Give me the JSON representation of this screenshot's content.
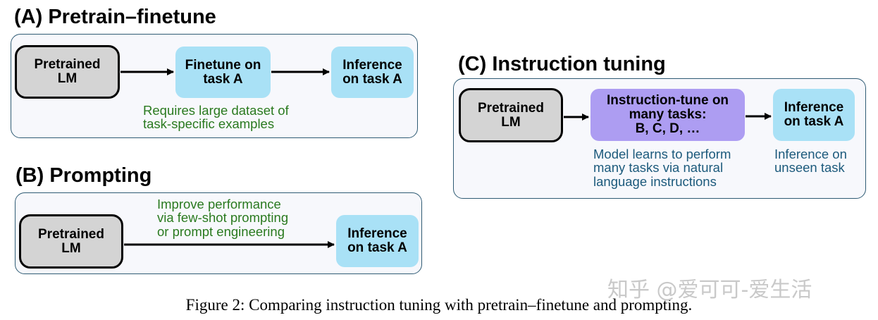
{
  "colors": {
    "panel_border": "#2f5b74",
    "panel_fill": "#f7f8fc",
    "pretrained_fill": "#d4d4d4",
    "task_fill": "#a9e1f6",
    "instruction_fill": "#ad9df2",
    "note_green": "#2a7a1f",
    "note_teal": "#1c5a7c"
  },
  "section_a": {
    "title": "(A) Pretrain–finetune",
    "pretrained": "Pretrained\nLM",
    "finetune": "Finetune on\ntask A",
    "inference": "Inference\non task A",
    "note": "Requires large dataset of\ntask-specific examples"
  },
  "section_b": {
    "title": "(B) Prompting",
    "pretrained": "Pretrained\nLM",
    "inference": "Inference\non task A",
    "note": "Improve performance\nvia few-shot prompting\nor prompt engineering"
  },
  "section_c": {
    "title": "(C) Instruction tuning",
    "pretrained": "Pretrained\nLM",
    "instruction": "Instruction-tune on\nmany tasks:\nB, C, D, …",
    "inference": "Inference\non task A",
    "note_left": "Model learns to perform\nmany tasks via natural\nlanguage instructions",
    "note_right": "Inference on\nunseen task"
  },
  "caption": "Figure 2: Comparing instruction tuning with pretrain–finetune and prompting.",
  "watermark": "知乎 @爱可可-爱生活"
}
